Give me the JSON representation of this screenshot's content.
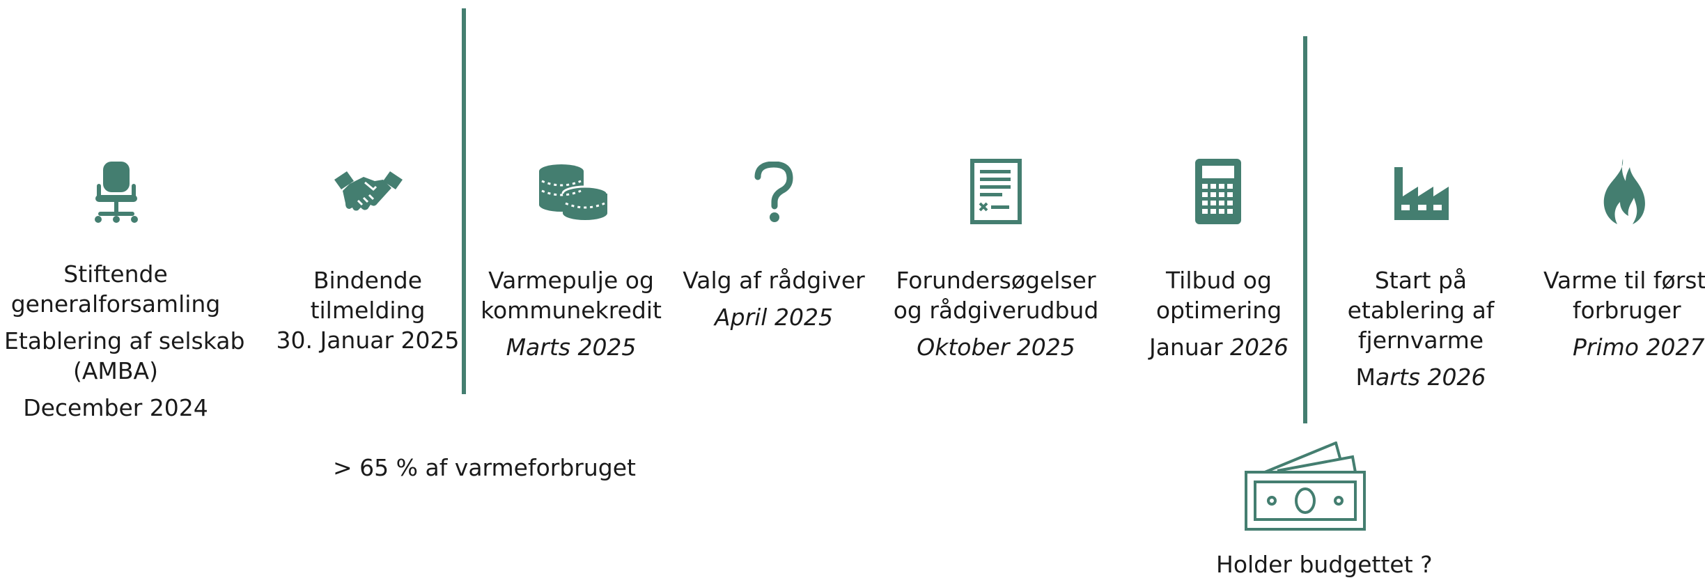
{
  "colors": {
    "accent": "#447e70"
  },
  "steps": [
    {
      "icon": "office-chair-icon",
      "lines": [
        "Stiftende",
        "generalforsamling"
      ],
      "extra": [
        "Etablering af selskab",
        "(AMBA)"
      ],
      "date": "December 2024"
    },
    {
      "icon": "handshake-icon",
      "lines": [
        "Bindende",
        "tilmelding",
        "30. Januar 2025"
      ]
    },
    {
      "icon": "coins-icon",
      "lines": [
        "Varmepulje og",
        "kommunekredit"
      ],
      "date": "Marts 2025"
    },
    {
      "icon": "question-mark-icon",
      "lines": [
        "Valg af rådgiver"
      ],
      "date": "April 2025"
    },
    {
      "icon": "document-icon",
      "lines": [
        "Forundersøgelser",
        "og rådgiverudbud"
      ],
      "date": "Oktober 2025"
    },
    {
      "icon": "calculator-icon",
      "lines": [
        "Tilbud og",
        "optimering"
      ],
      "date_plain": "Januar ",
      "date_italic": "2026"
    },
    {
      "icon": "factory-icon",
      "lines": [
        "Start på",
        "etablering af",
        "fjernvarme"
      ],
      "date_plain": "M",
      "date_italic": "arts 2026"
    },
    {
      "icon": "flame-icon",
      "lines": [
        "Varme til første",
        "forbruger"
      ],
      "date": "Primo 2027"
    }
  ],
  "notes": {
    "threshold": "> 65 %  af varmeforbruget",
    "budget": "Holder budgettet ?"
  }
}
